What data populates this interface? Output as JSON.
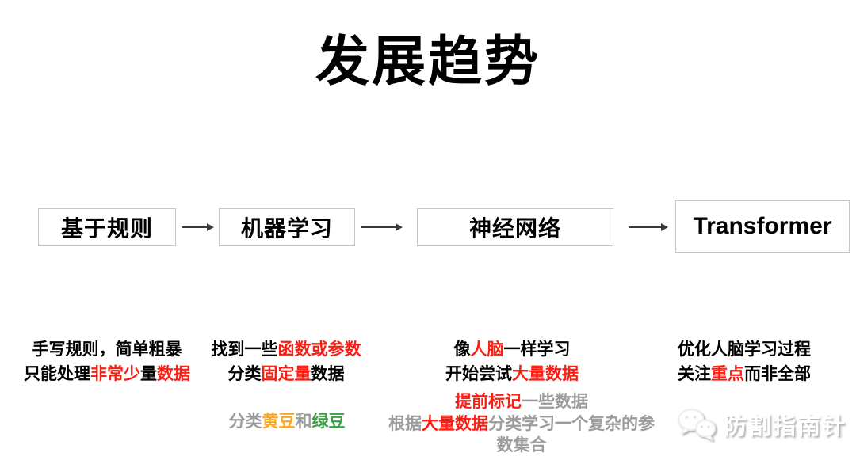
{
  "title": "发展趋势",
  "colors": {
    "black": "#000000",
    "red": "#fa1e14",
    "gray": "#9c9c9c",
    "orange": "#f9a825",
    "green": "#3c9e46"
  },
  "flow": {
    "boxes": [
      {
        "label": "基于规则"
      },
      {
        "label": "机器学习"
      },
      {
        "label": "神经网络"
      },
      {
        "label": "Transformer"
      }
    ]
  },
  "columns": [
    {
      "lines": [
        [
          {
            "t": "手写规则，简单粗暴",
            "c": "black"
          }
        ],
        [
          {
            "t": "只能处理",
            "c": "black"
          },
          {
            "t": "非常少",
            "c": "red"
          },
          {
            "t": "量",
            "c": "black"
          },
          {
            "t": "数据",
            "c": "red"
          }
        ]
      ]
    },
    {
      "lines": [
        [
          {
            "t": "找到一些",
            "c": "black"
          },
          {
            "t": "函数或参数",
            "c": "red"
          }
        ],
        [
          {
            "t": "分类",
            "c": "black"
          },
          {
            "t": "固定量",
            "c": "red"
          },
          {
            "t": "数据",
            "c": "black"
          }
        ]
      ],
      "note": [
        [
          {
            "t": "分类",
            "c": "gray"
          },
          {
            "t": "黄豆",
            "c": "orange"
          },
          {
            "t": "和",
            "c": "gray"
          },
          {
            "t": "绿豆",
            "c": "green"
          }
        ]
      ]
    },
    {
      "lines": [
        [
          {
            "t": "像",
            "c": "black"
          },
          {
            "t": "人脑",
            "c": "red"
          },
          {
            "t": "一样学习",
            "c": "black"
          }
        ],
        [
          {
            "t": "开始尝试",
            "c": "black"
          },
          {
            "t": "大量数据",
            "c": "red"
          }
        ]
      ],
      "note": [
        [
          {
            "t": "提前标记",
            "c": "red"
          },
          {
            "t": "一些数据",
            "c": "gray"
          }
        ],
        [
          {
            "t": "根据",
            "c": "gray"
          },
          {
            "t": "大量数据",
            "c": "red"
          },
          {
            "t": "分类学习一个复杂的参",
            "c": "gray"
          }
        ],
        [
          {
            "t": "数集合",
            "c": "gray"
          }
        ]
      ]
    },
    {
      "lines": [
        [
          {
            "t": "优化人脑学习过程",
            "c": "black"
          }
        ],
        [
          {
            "t": "关注",
            "c": "black"
          },
          {
            "t": "重点",
            "c": "red"
          },
          {
            "t": "而非全部",
            "c": "black"
          }
        ]
      ]
    }
  ],
  "watermark": {
    "label": "防割指南针",
    "icon": "wechat-icon"
  }
}
